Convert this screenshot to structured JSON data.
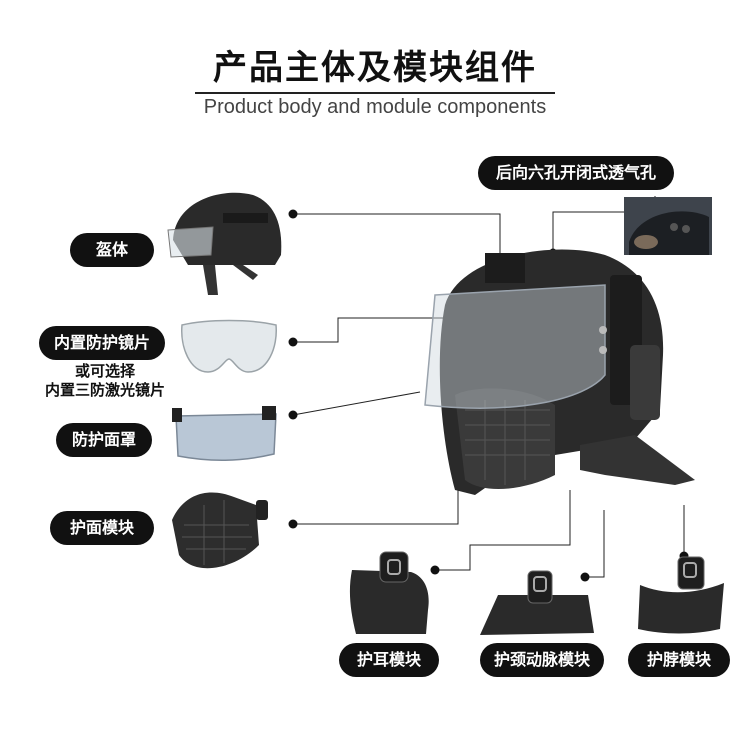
{
  "header": {
    "title": "产品主体及模块组件",
    "subtitle": "Product body and module components"
  },
  "labels": {
    "shell": "盔体",
    "inner_lens": "内置防护镜片",
    "optional_line1": "或可选择",
    "optional_line2": "内置三防激光镜片",
    "face_shield": "防护面罩",
    "face_module": "护面模块",
    "vent": "后向六孔开闭式透气孔",
    "ear_module": "护耳模块",
    "carotid_module": "护颈动脉模块",
    "neck_module": "护脖模块"
  },
  "colors": {
    "label_bg": "#111111",
    "label_text": "#ffffff",
    "helmet": "#2a2a2a",
    "lens": "#cfd6de"
  }
}
